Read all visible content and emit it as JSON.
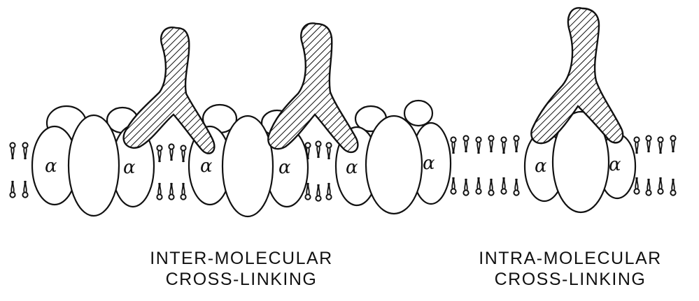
{
  "diagram": {
    "subunit_label": "α",
    "captions": {
      "inter": {
        "line1": "INTER-MOLECULAR",
        "line2": "CROSS-LINKING"
      },
      "intra": {
        "line1": "INTRA-MOLECULAR",
        "line2": "CROSS-LINKING"
      }
    },
    "colors": {
      "stroke": "#111111",
      "fill": "#ffffff"
    }
  }
}
